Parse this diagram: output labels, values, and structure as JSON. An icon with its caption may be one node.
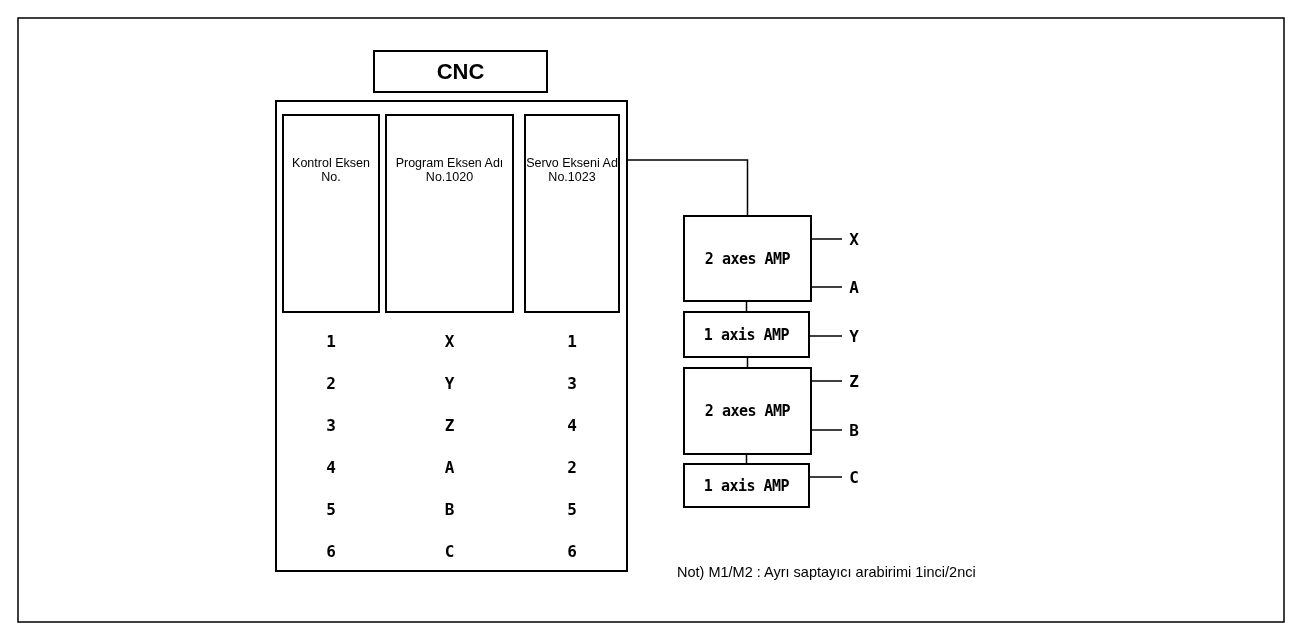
{
  "diagram": {
    "nodes": [
      {
        "text": [
          "CNC"
        ]
      },
      {
        "text": [],
        "shape": "box"
      },
      {
        "text": [
          "Kontrol Eksen No."
        ],
        "in": 1
      },
      {
        "text": [
          "Program Eksen Adı No.1020"
        ],
        "in": 1
      },
      {
        "text": [
          "Servo Ekseni Ad No.1023"
        ],
        "in": 1
      },
      {
        "text": [
          "2 axes AMP"
        ]
      },
      {
        "text": [
          "1 axis AMP"
        ]
      },
      {
        "text": [
          "2 axes AMP"
        ]
      },
      {
        "text": [
          "1 axis AMP"
        ]
      },
      {
        "text": [
          "X"
        ]
      },
      {
        "text": [
          "A"
        ]
      },
      {
        "text": [
          "Y"
        ]
      },
      {
        "text": [
          "Z"
        ]
      },
      {
        "text": [
          "B"
        ]
      },
      {
        "text": [
          "C"
        ]
      }
    ],
    "edges": [
      {
        "from": 4,
        "to": 5,
        "arrow": "none"
      },
      {
        "from": 5,
        "to": 6,
        "arrow": "none"
      },
      {
        "from": 6,
        "to": 7,
        "arrow": "none"
      },
      {
        "from": 7,
        "to": 8,
        "arrow": "none"
      },
      {
        "from": 5,
        "to": 9,
        "arrow": "none"
      },
      {
        "from": 5,
        "to": 10,
        "arrow": "none"
      },
      {
        "from": 6,
        "to": 11,
        "arrow": "none"
      },
      {
        "from": 7,
        "to": 12,
        "arrow": "none"
      },
      {
        "from": 7,
        "to": 13,
        "arrow": "none"
      },
      {
        "from": 8,
        "to": 14,
        "arrow": "none"
      }
    ],
    "labels": [
      "1",
      "X",
      "1",
      "2",
      "Y",
      "3",
      "3",
      "Z",
      "4",
      "4",
      "A",
      "2",
      "5",
      "B",
      "5",
      "6",
      "C",
      "6",
      "Not) M1/M2 : Ayrı saptayıcı arabirimi 1inci/2nci"
    ]
  }
}
